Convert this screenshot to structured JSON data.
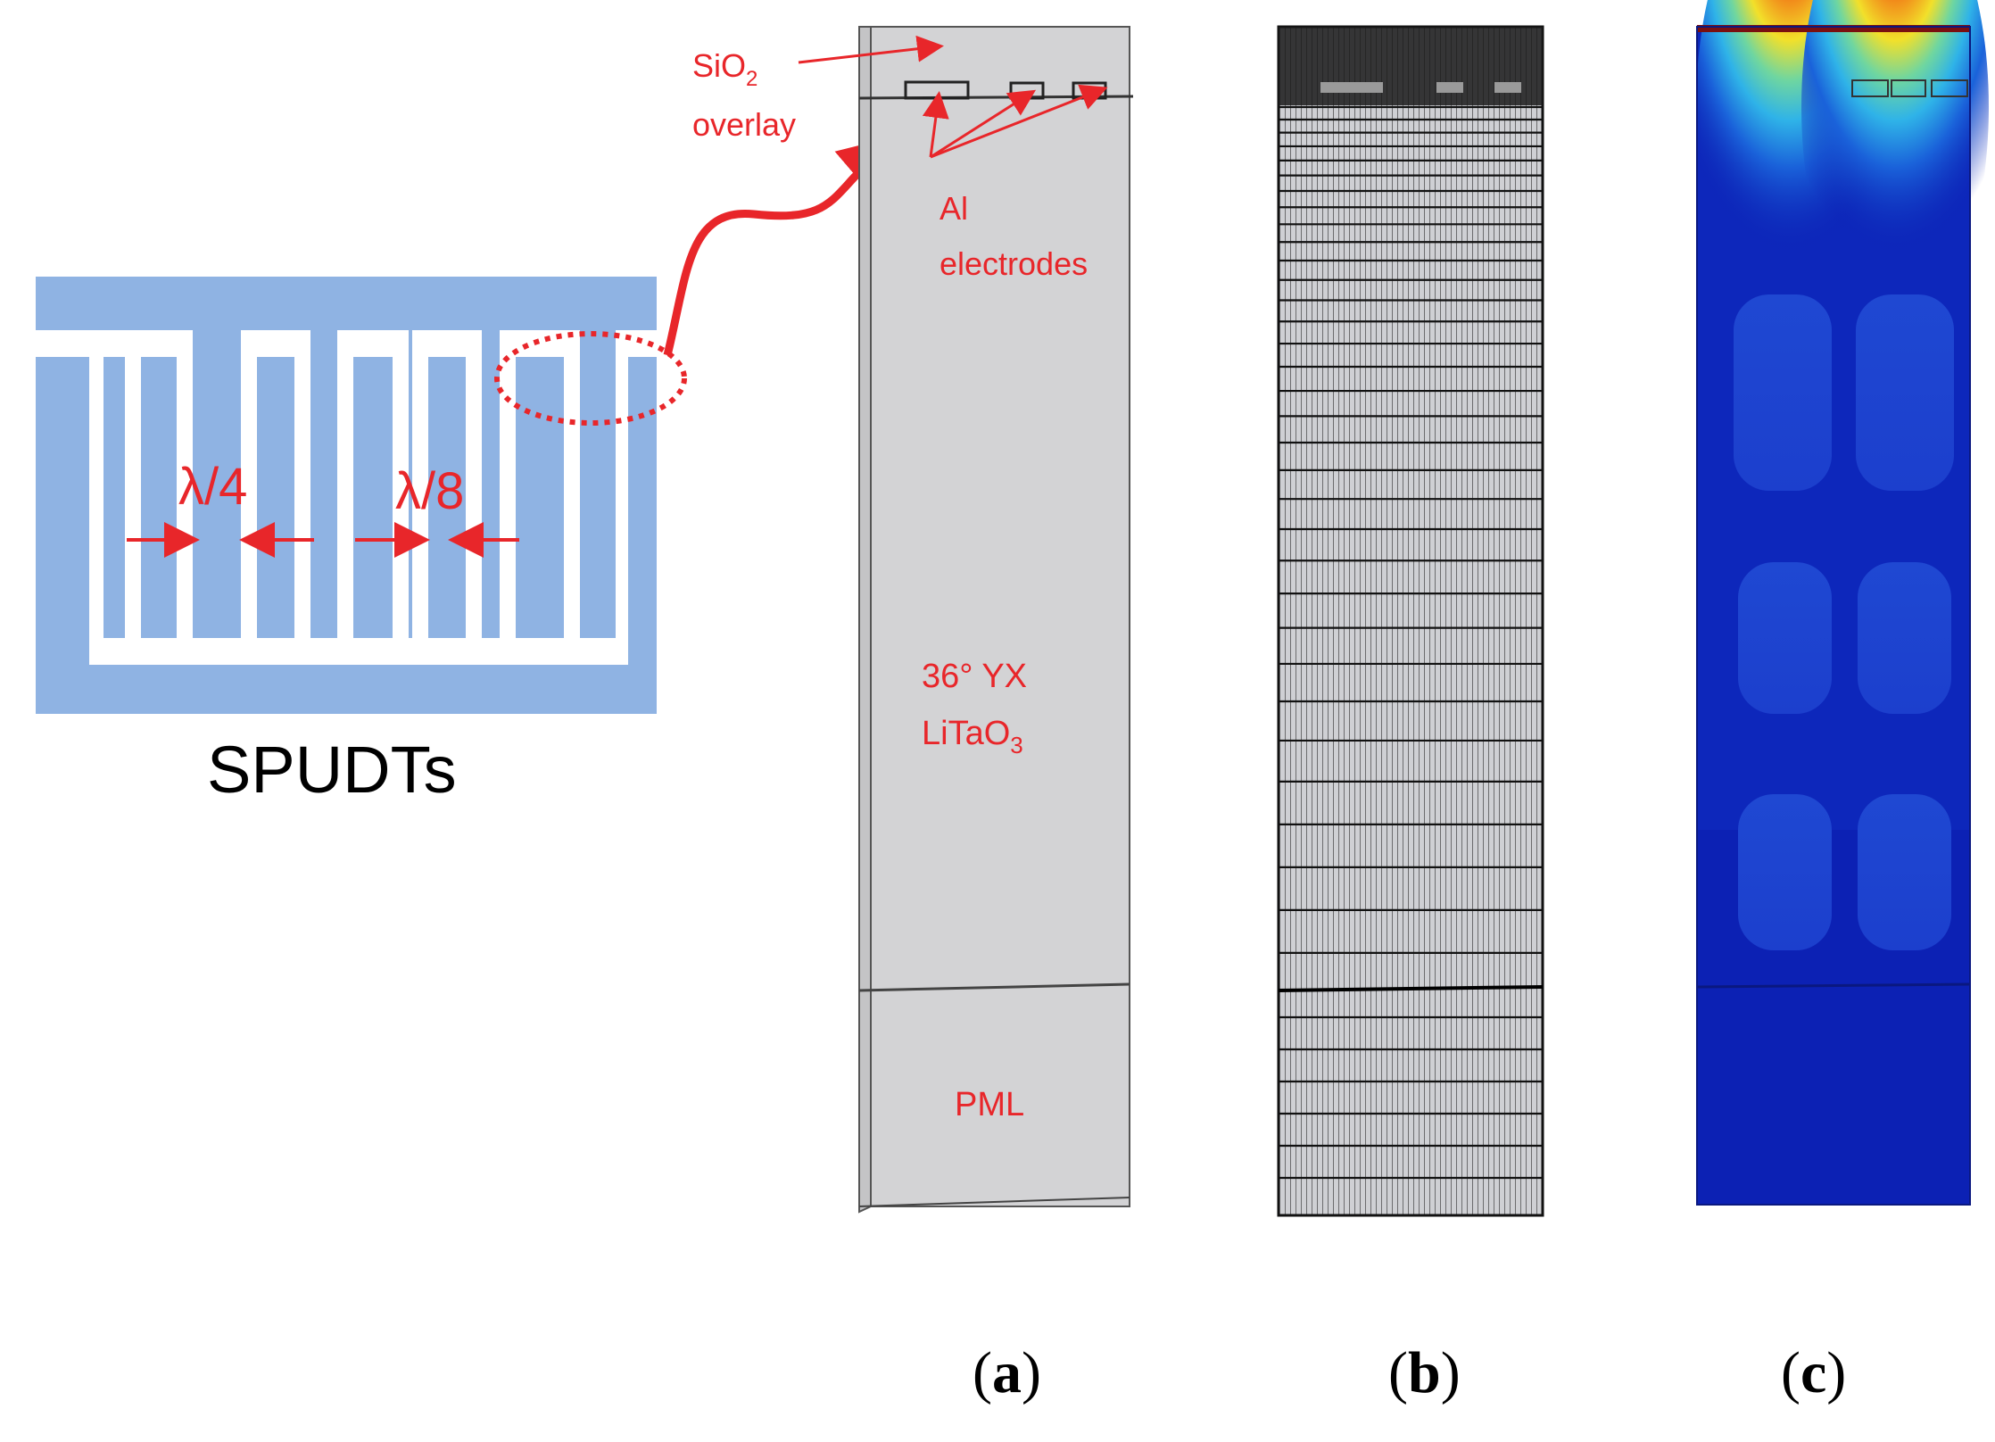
{
  "spudt": {
    "title": "SPUDTs",
    "lambda_quarter": "λ/4",
    "lambda_eighth": "λ/8",
    "colors": {
      "electrode": "#8fb3e3",
      "arrow": "#e8262a"
    }
  },
  "panel_a": {
    "sio2_label": "SiO",
    "sio2_subscript": "2",
    "overlay_label": "overlay",
    "al_label": "Al",
    "electrodes_label": "electrodes",
    "substrate_line1": "36°  YX",
    "substrate_line2": "LiTaO",
    "substrate_subscript": "3",
    "pml_label": "PML",
    "colors": {
      "body": "#d3d3d5",
      "edge": "#555555",
      "label": "#e8262a"
    }
  },
  "panel_b": {
    "colors": {
      "mesh": "#111111",
      "fill": "#c8c8cc"
    }
  },
  "panel_c": {
    "colors": {
      "field_low": "#0c21b4",
      "field_mid": "#27a9e6",
      "field_high": "#d92414"
    }
  },
  "captions": [
    {
      "open": "(",
      "letter": "a",
      "close": ")"
    },
    {
      "open": "(",
      "letter": "b",
      "close": ")"
    },
    {
      "open": "(",
      "letter": "c",
      "close": ")"
    }
  ]
}
